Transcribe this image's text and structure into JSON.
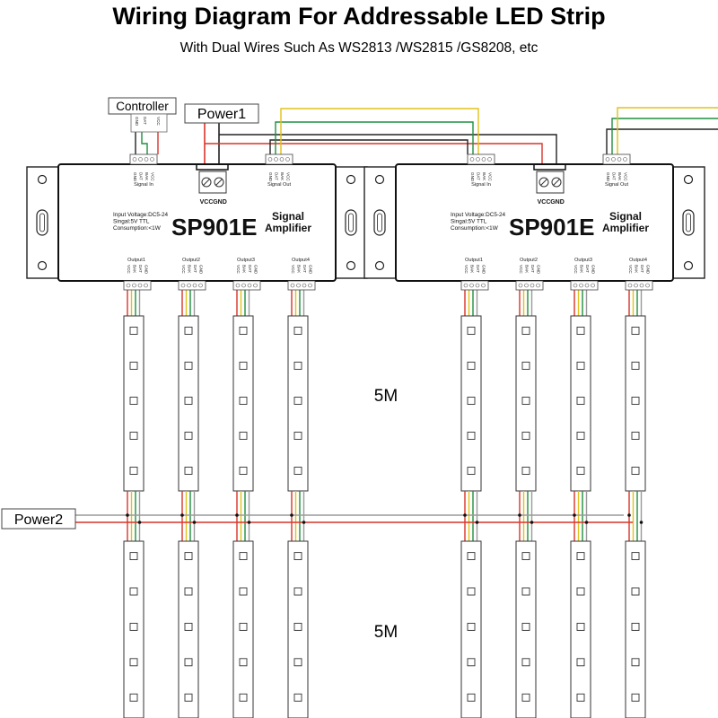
{
  "title": "Wiring Diagram For Addressable LED Strip",
  "subtitle": "With Dual Wires Such As WS2813 /WS2815 /GS8208, etc",
  "controller": {
    "label": "Controller",
    "pins": [
      "GND",
      "DAT",
      "VCC"
    ]
  },
  "power1_label": "Power1",
  "power2_label": "Power2",
  "amplifier": {
    "model": "SP901E",
    "name_line1": "Signal",
    "name_line2": "Amplifier",
    "spec_voltage": "Input Voltage:DC5-24",
    "spec_signal": "Singal:5V TTL",
    "spec_consumption": "Consumption:<1W",
    "signal_in": "Signal In",
    "signal_out": "Signal Out",
    "vcc": "VCC",
    "gnd": "GND",
    "pins": [
      "GND",
      "DAT",
      "BAK",
      "VCC"
    ],
    "output_pins": [
      "VCC",
      "BAK",
      "DAT",
      "GND"
    ],
    "outputs": [
      "Output1",
      "Output2",
      "Output3",
      "Output4"
    ]
  },
  "strip_length_label": "5M",
  "colors": {
    "red": "#d9342b",
    "green": "#1e8f3e",
    "yellow": "#e0c21a",
    "black": "#222222",
    "gray": "#9a9a9a"
  },
  "icons": [
    "mount-hole-icon",
    "screw-terminal-icon",
    "led-chip-icon"
  ]
}
